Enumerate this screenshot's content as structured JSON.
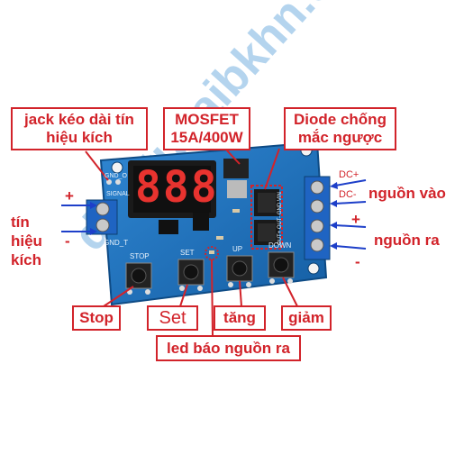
{
  "labels": {
    "jack": "jack kéo dài tín hiệu kích",
    "mosfet": "MOSFET 15A/400W",
    "diode": "Diode chống mắc ngược",
    "tin_hieu_kich": "tín hiệu kích",
    "nguon_vao": "nguồn vào",
    "nguon_ra": "nguồn ra",
    "stop": "Stop",
    "set": "Set",
    "tang": "tăng",
    "giam": "giảm",
    "led": "led báo nguồn ra"
  },
  "polarity": {
    "trigger_plus": "+",
    "trigger_minus": "-",
    "out_plus": "+",
    "out_minus": "-"
  },
  "board": {
    "dc_plus": "DC+",
    "dc_minus": "DC-",
    "gnd_o": "GND_O",
    "gnd_t": "GND_T",
    "signal": "SIGNAL",
    "stop": "STOP",
    "set": "SET",
    "up": "UP",
    "down": "DOWN",
    "digits": "888",
    "terminal_right": "OUT+ OUT- GND VIN"
  },
  "watermark": "dientuhaibkhn.com",
  "colors": {
    "accent": "#d2232a",
    "pcb": "#1d6fb8",
    "arrow_blue": "#1d3fc9"
  }
}
